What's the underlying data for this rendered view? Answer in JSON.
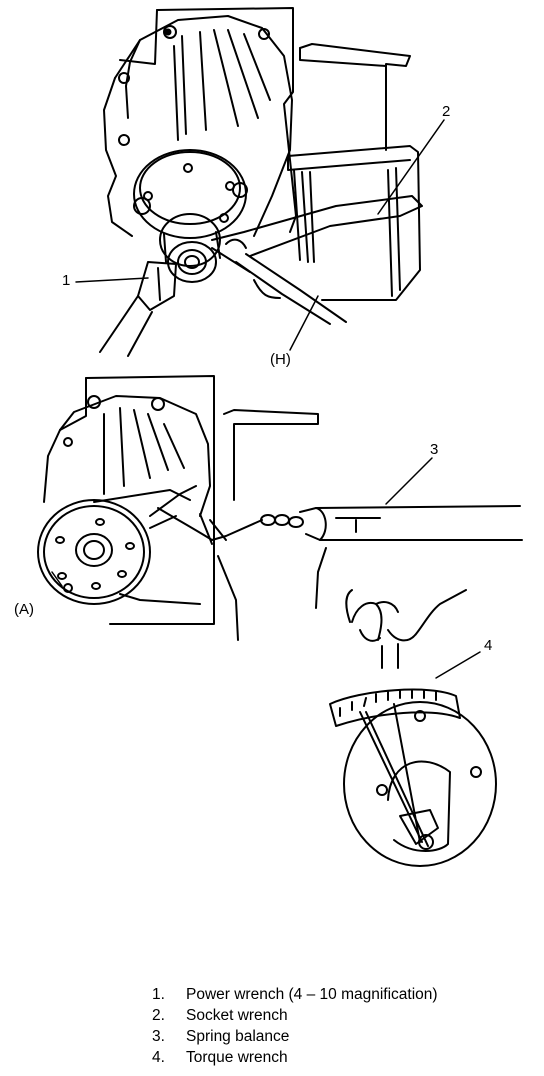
{
  "callouts": {
    "c1": "1",
    "c2": "2",
    "c3": "3",
    "c4": "4",
    "h": "(H)",
    "a": "(A)"
  },
  "legend": [
    {
      "num": "1.",
      "text": "Power wrench (4 – 10 magnification)"
    },
    {
      "num": "2.",
      "text": "Socket wrench"
    },
    {
      "num": "3.",
      "text": "Spring balance"
    },
    {
      "num": "4.",
      "text": "Torque wrench"
    }
  ]
}
